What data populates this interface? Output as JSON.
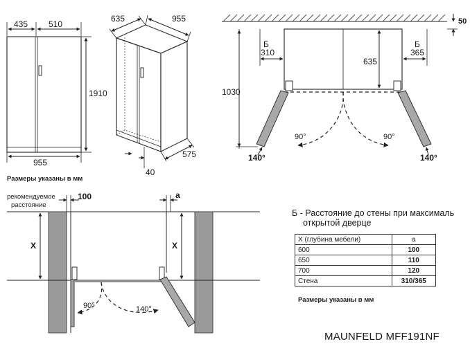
{
  "front_view": {
    "width_left": "435",
    "width_right": "510",
    "height": "1910",
    "total_width": "955"
  },
  "iso_view": {
    "depth": "635",
    "width": "955",
    "depth_body": "575",
    "door_gap": "40"
  },
  "top_view": {
    "wall_gap": "50",
    "label_left": "Б",
    "value_left": "310",
    "label_right": "Б",
    "value_right": "365",
    "depth": "635",
    "depth_open": "1030",
    "angle_90_left": "90°",
    "angle_90_right": "90°",
    "angle_140_left": "140°",
    "angle_140_right": "140°"
  },
  "note_left": "Размеры указаны в мм",
  "install_view": {
    "recommended_label_1": "рекомендуемое",
    "recommended_label_2": "расстояние",
    "gap_value": "100",
    "gap_a": "a",
    "x_left": "X",
    "x_right": "X",
    "angle_90": "90°",
    "angle_140": "140°"
  },
  "table": {
    "title_line1": "Б - Расстояние до стены при максималь",
    "title_line2": "открытой дверце",
    "header": [
      "X (глубина мебели)",
      "a"
    ],
    "rows": [
      [
        "600",
        "100"
      ],
      [
        "650",
        "110"
      ],
      [
        "700",
        "120"
      ],
      [
        "Стена",
        "310/365"
      ]
    ]
  },
  "note_right": "Размеры указаны в мм",
  "model": "MAUNFELD MFF191NF"
}
